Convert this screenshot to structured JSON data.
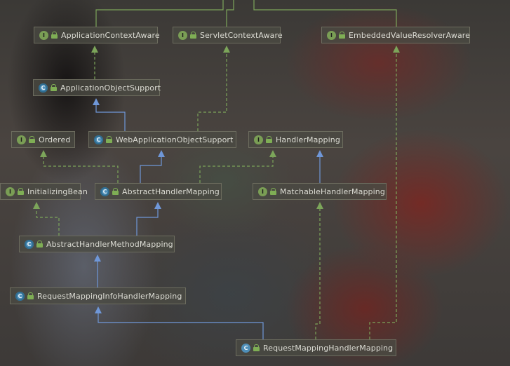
{
  "colors": {
    "implements_edge": "#7ca55a",
    "extends_edge": "#6f97d8",
    "interface_icon": "#7a9e55",
    "class_icon": "#4f8fb8"
  },
  "nodes": [
    {
      "id": "n1",
      "label": "ApplicationContextAware",
      "kind": "interface",
      "icon": "I",
      "icon_name": "interface-icon"
    },
    {
      "id": "n2",
      "label": "ServletContextAware",
      "kind": "interface",
      "icon": "I",
      "icon_name": "interface-icon"
    },
    {
      "id": "n3",
      "label": "EmbeddedValueResolverAware",
      "kind": "interface",
      "icon": "I",
      "icon_name": "interface-icon"
    },
    {
      "id": "n4",
      "label": "ApplicationObjectSupport",
      "kind": "abstract",
      "icon": "C",
      "icon_name": "abstract-class-icon"
    },
    {
      "id": "n5",
      "label": "Ordered",
      "kind": "interface",
      "icon": "I",
      "icon_name": "interface-icon"
    },
    {
      "id": "n6",
      "label": "WebApplicationObjectSupport",
      "kind": "abstract",
      "icon": "C",
      "icon_name": "abstract-class-icon"
    },
    {
      "id": "n7",
      "label": "HandlerMapping",
      "kind": "interface",
      "icon": "I",
      "icon_name": "interface-icon"
    },
    {
      "id": "n8",
      "label": "InitializingBean",
      "kind": "interface",
      "icon": "I",
      "icon_name": "interface-icon"
    },
    {
      "id": "n9",
      "label": "AbstractHandlerMapping",
      "kind": "abstract",
      "icon": "C",
      "icon_name": "abstract-class-icon"
    },
    {
      "id": "n10",
      "label": "MatchableHandlerMapping",
      "kind": "interface",
      "icon": "I",
      "icon_name": "interface-icon"
    },
    {
      "id": "n11",
      "label": "AbstractHandlerMethodMapping",
      "kind": "abstract",
      "icon": "C",
      "icon_name": "abstract-class-icon"
    },
    {
      "id": "n12",
      "label": "RequestMappingInfoHandlerMapping",
      "kind": "abstract",
      "icon": "C",
      "icon_name": "abstract-class-icon"
    },
    {
      "id": "n13",
      "label": "RequestMappingHandlerMapping",
      "kind": "class",
      "icon": "C",
      "icon_name": "class-icon"
    }
  ],
  "edges": [
    {
      "from": "n4",
      "to": "n1",
      "type": "implements"
    },
    {
      "from": "n6",
      "to": "n4",
      "type": "extends"
    },
    {
      "from": "n6",
      "to": "n2",
      "type": "implements"
    },
    {
      "from": "n9",
      "to": "n6",
      "type": "extends"
    },
    {
      "from": "n9",
      "to": "n5",
      "type": "implements"
    },
    {
      "from": "n9",
      "to": "n7",
      "type": "implements"
    },
    {
      "from": "n10",
      "to": "n7",
      "type": "extends"
    },
    {
      "from": "n11",
      "to": "n9",
      "type": "extends"
    },
    {
      "from": "n11",
      "to": "n8",
      "type": "implements"
    },
    {
      "from": "n12",
      "to": "n11",
      "type": "extends"
    },
    {
      "from": "n13",
      "to": "n12",
      "type": "extends"
    },
    {
      "from": "n13",
      "to": "n10",
      "type": "implements"
    },
    {
      "from": "n13",
      "to": "n3",
      "type": "implements"
    }
  ]
}
